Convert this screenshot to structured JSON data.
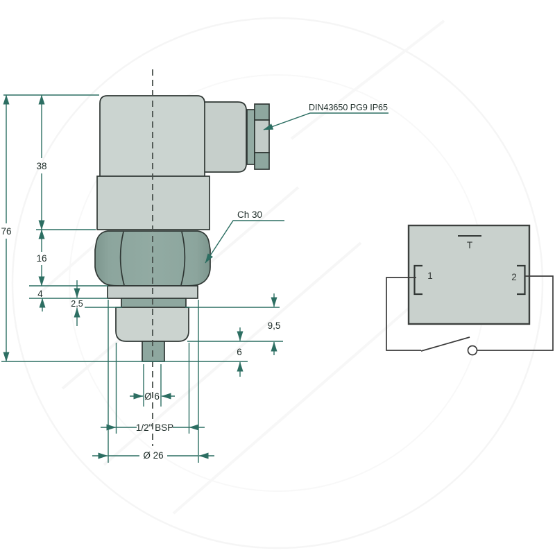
{
  "drawing": {
    "annotations": {
      "connector_label": "DIN43650 PG9 IP65",
      "hex_label": "Ch 30"
    },
    "dimensions": {
      "total_height": "76",
      "head_height": "38",
      "hex_height": "16",
      "washer_thickness": "4",
      "spacer_thickness": "2,5",
      "thread_length": "9,5",
      "tip_length": "6",
      "tip_diameter": "Ø 6",
      "thread_spec": "1/2\" BSP",
      "body_diameter": "Ø 26"
    }
  },
  "schematic": {
    "sensor_label": "T",
    "terminal_1": "1",
    "terminal_2": "2"
  },
  "colors": {
    "body_light": "#cbd4d0",
    "body_dark": "#8ea79f",
    "dimension_line": "#2c6e62",
    "outline": "#2f3734",
    "schematic_fill": "#c9d1cd",
    "wire": "#3a3a3a",
    "text": "#1c2b27"
  }
}
